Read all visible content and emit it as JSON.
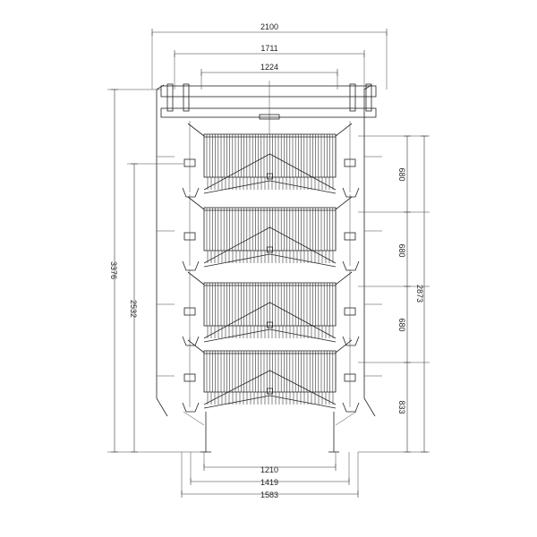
{
  "drawing": {
    "top_dimensions": [
      "2100",
      "1711",
      "1224"
    ],
    "bottom_dimensions": [
      "1210",
      "1419",
      "1583"
    ],
    "left_dimensions": [
      "3376",
      "2532"
    ],
    "right_tier_dimensions": [
      "680",
      "680",
      "680",
      "833"
    ],
    "right_total_dimension": "2873",
    "tier_count": 4,
    "line_color": "#222222"
  }
}
